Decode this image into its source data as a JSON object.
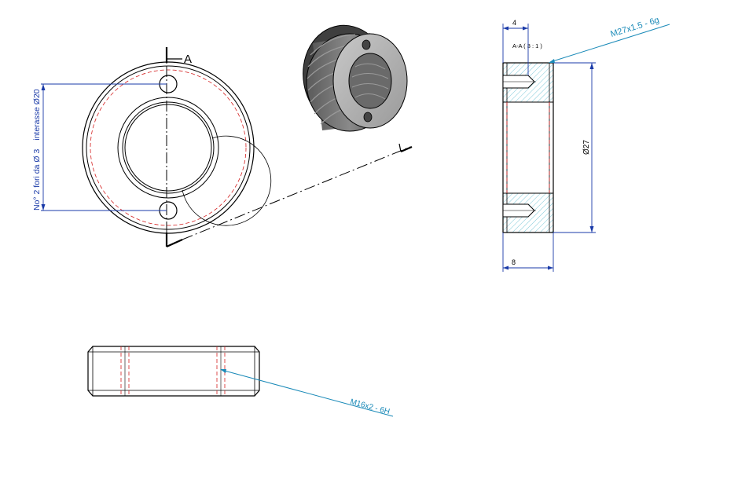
{
  "front_view": {
    "section_label": "A",
    "holes_note_line1": "No° 2 fori da Ø 3",
    "holes_note_line2": "interasse Ø20"
  },
  "section_view": {
    "title": "A-A ( 3 : 1 )",
    "dim_top": "4",
    "dim_bottom": "8",
    "dim_diameter": "Ø27",
    "thread_callout": "M27x1.5 - 6g"
  },
  "side_view": {
    "thread_callout": "M16x2 - 6H"
  },
  "colors": {
    "line": "#000000",
    "dimension": "#1a3aa8",
    "hidden": "#d42020",
    "hatch": "#7cc8d8",
    "callout": "#1a8ab8"
  }
}
